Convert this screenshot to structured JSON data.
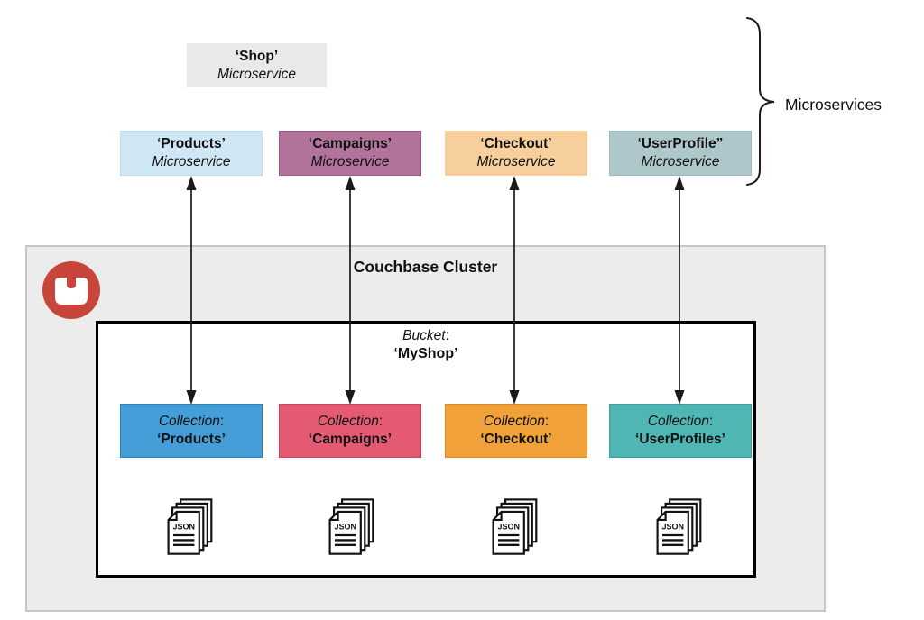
{
  "legend": {
    "label": "Microservices"
  },
  "shop": {
    "title": "‘Shop’",
    "subtitle": "Microservice",
    "fill": "#e9e9e9",
    "border": "#e0e0e0"
  },
  "microservices": {
    "items": [
      {
        "title": "‘Products’",
        "subtitle": "Microservice",
        "fill": "#cfe7f5",
        "border": "#bddcee"
      },
      {
        "title": "‘Campaigns’",
        "subtitle": "Microservice",
        "fill": "#b2739b",
        "border": "#9c5c88"
      },
      {
        "title": "‘Checkout’",
        "subtitle": "Microservice",
        "fill": "#f6cf9c",
        "border": "#eec astonished"
      },
      {
        "title": "‘UserProfile”",
        "subtitle": "Microservice",
        "fill": "#aec7cb",
        "border": "#9bb9be"
      }
    ]
  },
  "cluster": {
    "title": "Couchbase Cluster",
    "fill": "#ececec",
    "border": "#c6c6c6",
    "logo_color": "#c7453a"
  },
  "bucket": {
    "label": "Bucket",
    "label_suffix": ":",
    "name": "‘MyShop’",
    "json_icon_label": "JSON"
  },
  "collections": {
    "label": "Collection",
    "label_suffix": ":",
    "items": [
      {
        "name": "‘Products’",
        "fill": "#459ed7",
        "border": "#2e84ba"
      },
      {
        "name": "‘Campaigns’",
        "fill": "#e35a72",
        "border": "#ca4560"
      },
      {
        "name": "‘Checkout’",
        "fill": "#f0a139",
        "border": "#d88b21"
      },
      {
        "name": "‘UserProfiles’",
        "fill": "#4fb6b4",
        "border": "#38a09e"
      }
    ]
  },
  "connectors": {
    "color": "#1a1a1a"
  }
}
